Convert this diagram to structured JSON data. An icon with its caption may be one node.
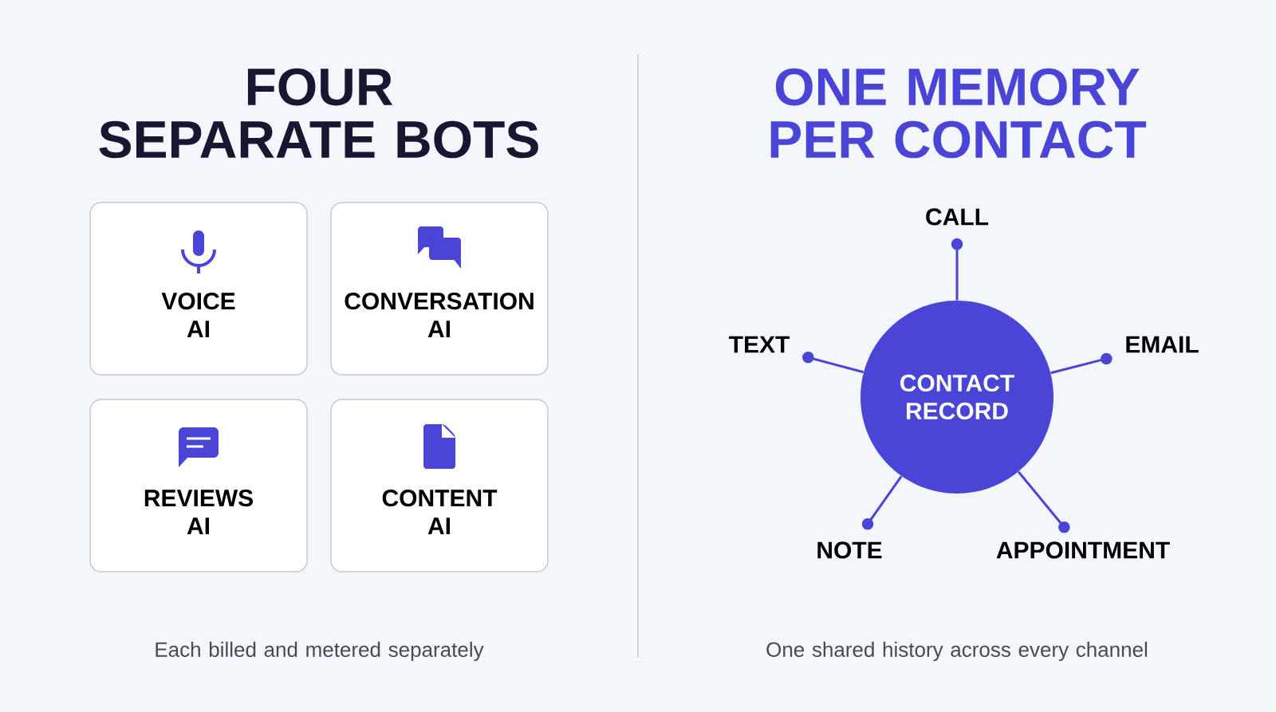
{
  "diagram": {
    "nodes": [
      {
        "text": [
          "VOICE AI"
        ]
      },
      {
        "text": [
          "CONVERSATION AI"
        ]
      },
      {
        "text": [
          "REVIEWS AI"
        ]
      },
      {
        "text": [
          "CONTENT AI"
        ]
      },
      {
        "text": [
          "CONTACT RECORD"
        ]
      },
      {
        "text": [
          "CALL"
        ]
      },
      {
        "text": [
          "TEXT"
        ]
      },
      {
        "text": [
          "EMAIL"
        ]
      },
      {
        "text": [
          "NOTE"
        ]
      },
      {
        "text": [
          "APPOINTMENT"
        ]
      }
    ],
    "edges": [
      {
        "from": 4,
        "to": 5,
        "arrow": "other"
      },
      {
        "from": 4,
        "to": 6,
        "arrow": "other"
      },
      {
        "from": 4,
        "to": 7,
        "arrow": "other"
      },
      {
        "from": 4,
        "to": 8,
        "arrow": "other"
      },
      {
        "from": 4,
        "to": 9,
        "arrow": "other"
      }
    ],
    "labels": [
      "FOUR SEPARATE BOTS",
      "ONE MEMORY PER CONTACT",
      "Each billed and metered separately",
      "One shared history across every channel"
    ]
  }
}
